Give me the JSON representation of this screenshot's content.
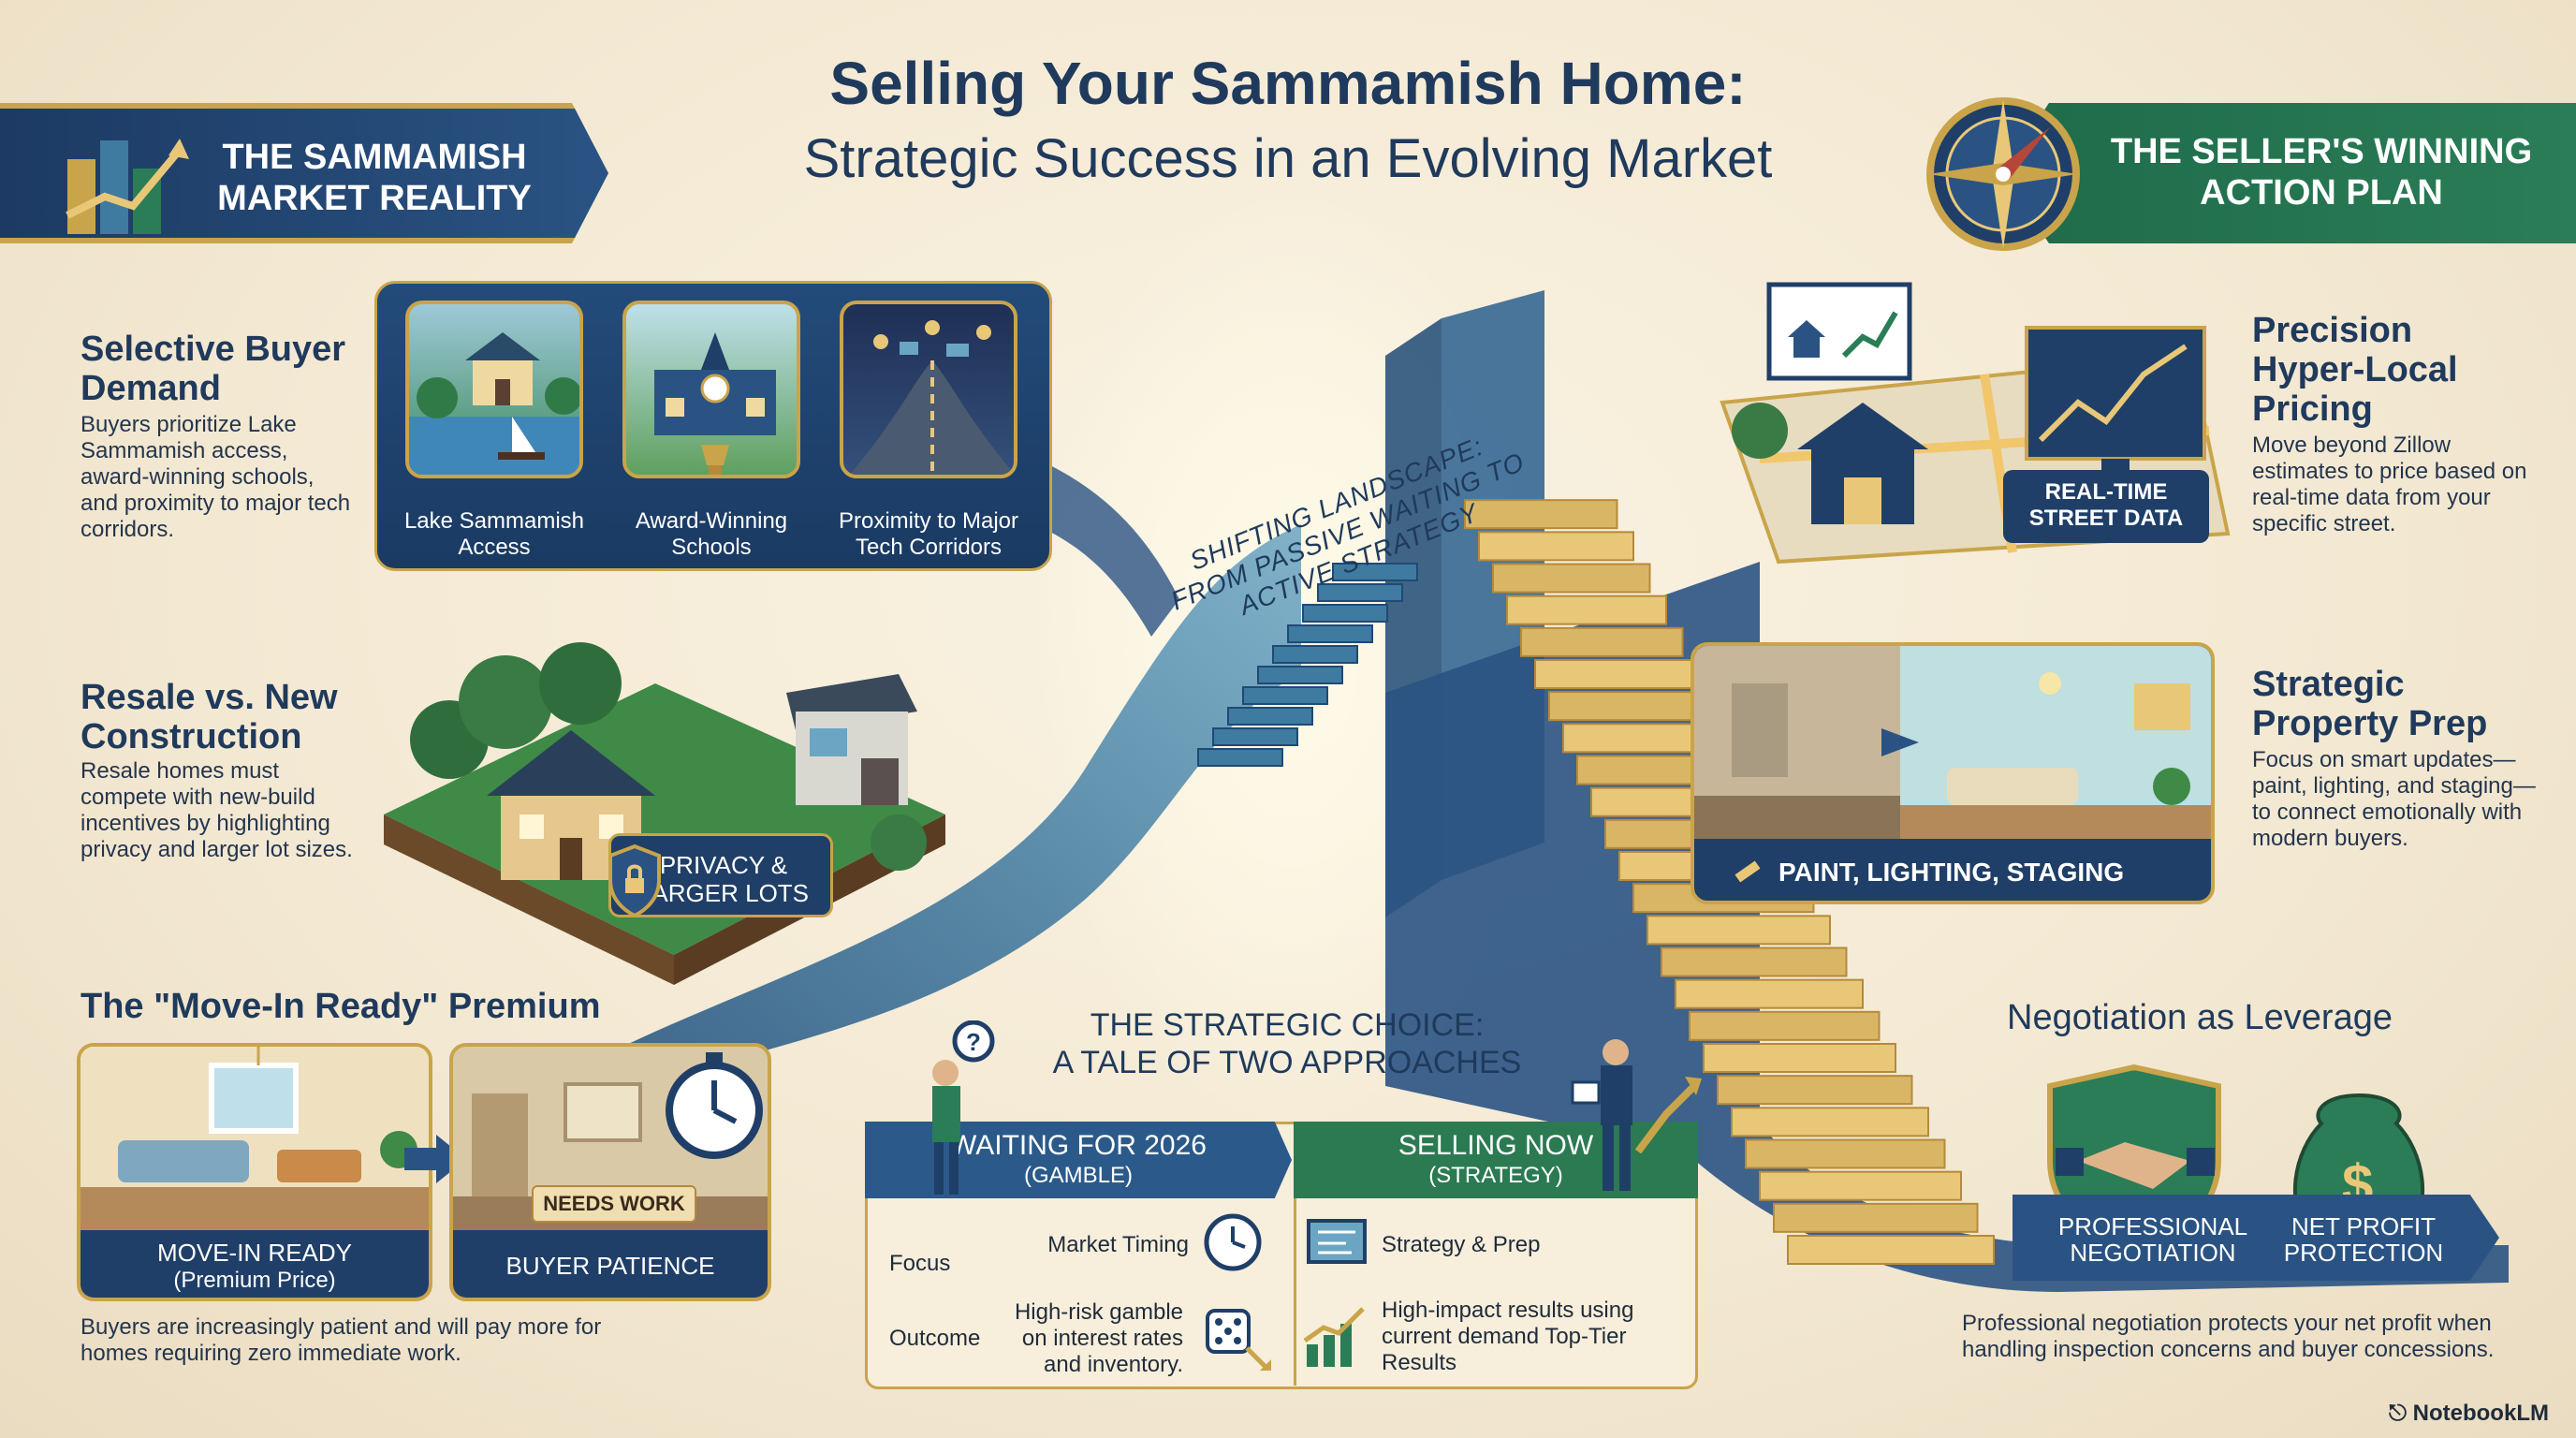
{
  "title": {
    "line1": "Selling Your Sammamish Home:",
    "line2": "Strategic Success in an Evolving Market"
  },
  "banners": {
    "left": "THE SAMMAMISH MARKET REALITY",
    "right": "THE SELLER'S WINNING ACTION PLAN"
  },
  "center_path_label": "SHIFTING LANDSCAPE: FROM PASSIVE WAITING TO ACTIVE STRATEGY",
  "left": {
    "demand": {
      "heading": "Selective Buyer Demand",
      "body": "Buyers prioritize Lake Sammamish access, award-winning schools, and proximity to major tech corridors.",
      "tiles": [
        {
          "label": "Lake Sammamish Access",
          "icon": "lake-house-icon"
        },
        {
          "label": "Award-Winning Schools",
          "icon": "school-icon"
        },
        {
          "label": "Proximity to Major Tech Corridors",
          "icon": "tech-corridor-icon"
        }
      ]
    },
    "resale": {
      "heading": "Resale vs. New Construction",
      "body": "Resale homes must compete with new-build incentives by highlighting privacy and larger lot sizes.",
      "badge": "PRIVACY & LARGER LOTS"
    },
    "move_in": {
      "heading": "The \"Move-In Ready\" Premium",
      "left_label_1": "MOVE-IN READY",
      "left_label_2": "(Premium Price)",
      "needs_work": "NEEDS WORK",
      "right_label": "BUYER PATIENCE",
      "body": "Buyers are increasingly patient and will pay more for homes requiring zero immediate work."
    }
  },
  "choice": {
    "heading_1": "THE STRATEGIC CHOICE:",
    "heading_2": "A TALE OF TWO APPROACHES",
    "col_left_1": "WAITING FOR 2026",
    "col_left_2": "(GAMBLE)",
    "col_right_1": "SELLING NOW",
    "col_right_2": "(STRATEGY)",
    "row_focus": "Focus",
    "row_outcome": "Outcome",
    "focus_left": "Market Timing",
    "focus_right": "Strategy & Prep",
    "outcome_left": "High-risk gamble on interest rates and inventory.",
    "outcome_right": "High-impact results using current demand Top-Tier Results"
  },
  "right": {
    "pricing": {
      "heading": "Precision Hyper-Local Pricing",
      "body": "Move beyond Zillow estimates to price based on real-time data from your specific street.",
      "badge": "REAL-TIME STREET DATA"
    },
    "prep": {
      "heading": "Strategic Property Prep",
      "body": "Focus on smart updates—paint, lighting, and staging—to connect emotionally with modern buyers.",
      "badge": "PAINT, LIGHTING, STAGING"
    },
    "negotiation": {
      "heading": "Negotiation as Leverage",
      "label_left": "PROFESSIONAL NEGOTIATION",
      "label_right": "NET PROFIT PROTECTION",
      "body": "Professional negotiation protects your net profit when handling inspection concerns and buyer concessions."
    }
  },
  "footer": {
    "brand": "NotebookLM"
  },
  "colors": {
    "navy": "#1f3a5c",
    "gold": "#c9a44a",
    "green": "#2a7d57"
  }
}
